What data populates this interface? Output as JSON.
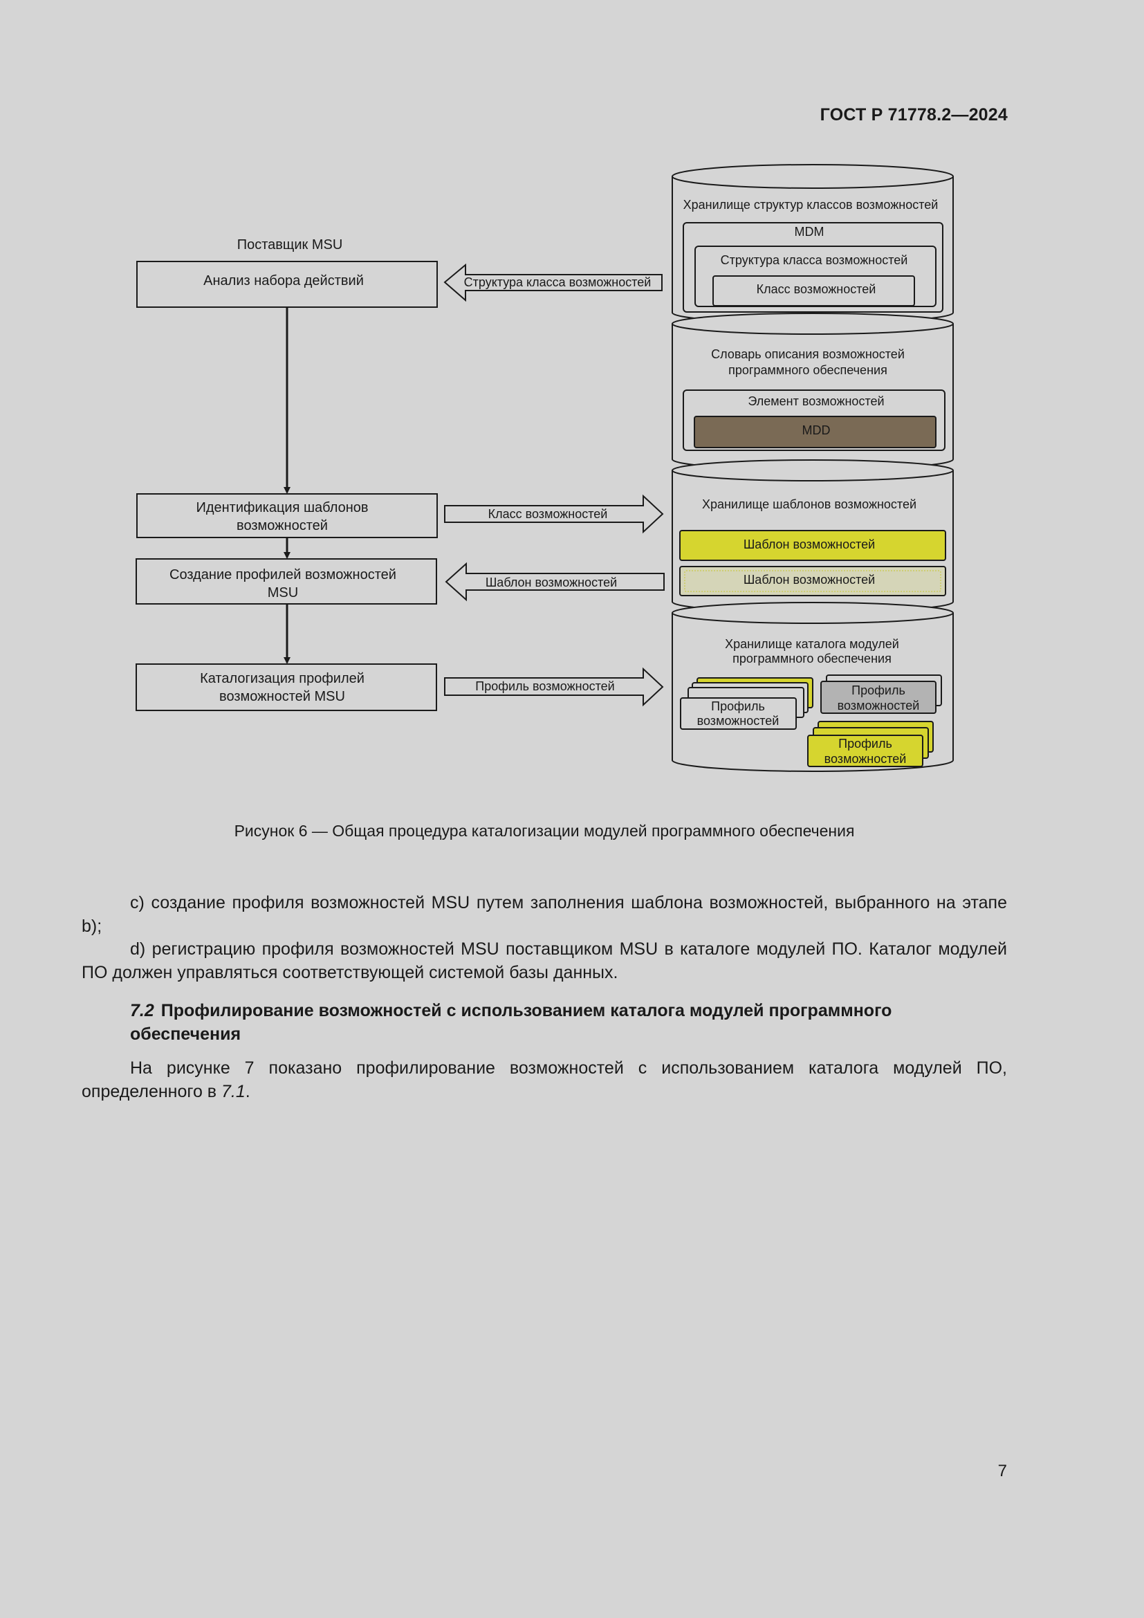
{
  "header": {
    "doc_code": "ГОСТ Р 71778.2—2024"
  },
  "diagram": {
    "supplier_label": "Поставщик MSU",
    "process_boxes": [
      {
        "text": "Анализ набора действий"
      },
      {
        "line1": "Идентификация шаблонов",
        "line2": "возможностей"
      },
      {
        "line1": "Создание профилей возможностей",
        "line2": "MSU"
      },
      {
        "line1": "Каталогизация профилей",
        "line2": "возможностей MSU"
      }
    ],
    "arrows": [
      {
        "label": "Структура класса возможностей",
        "direction": "left"
      },
      {
        "label": "Класс возможностей",
        "direction": "right"
      },
      {
        "label": "Шаблон возможностей",
        "direction": "left"
      },
      {
        "label": "Профиль возможностей",
        "direction": "right"
      }
    ],
    "repo_structures": {
      "title": "Хранилище структур классов возможностей",
      "mdm": "MDM",
      "structure": "Структура класса возможностей",
      "class": "Класс возможностей"
    },
    "dictionary": {
      "line1": "Словарь описания возможностей",
      "line2": "программного обеспечения",
      "element": "Элемент возможностей",
      "mdd": "MDD"
    },
    "repo_templates": {
      "title": "Хранилище шаблонов возможностей",
      "template1": "Шаблон возможностей",
      "template2": "Шаблон возможностей"
    },
    "repo_catalog": {
      "line1": "Хранилище каталога модулей",
      "line2": "программного обеспечения",
      "profile_line1": "Профиль",
      "profile_line2": "возможностей"
    },
    "colors": {
      "yellow": "#d6d52f",
      "brown": "#7a6a55",
      "gray_profile": "#b3b3b3",
      "background": "#d5d5d5"
    }
  },
  "caption": "Рисунок 6 — Общая процедура каталогизации модулей программного обеспечения",
  "paragraphs": {
    "c": "c) создание профиля возможностей MSU путем заполнения шаблона возможностей, выбранного на этапе b);",
    "d": "d) регистрацию профиля возможностей MSU поставщиком MSU в каталоге модулей ПО. Каталог модулей ПО должен управляться соответствующей системой базы данных.",
    "heading_num": "7.2",
    "heading_text": "Профилирование возможностей с использованием каталога модулей программного обеспечения",
    "last_main": "На рисунке 7 показано профилирование возможностей с использованием каталога модулей ПО, определенного в ",
    "last_ref": "7.1",
    "last_end": "."
  },
  "page_number": "7"
}
